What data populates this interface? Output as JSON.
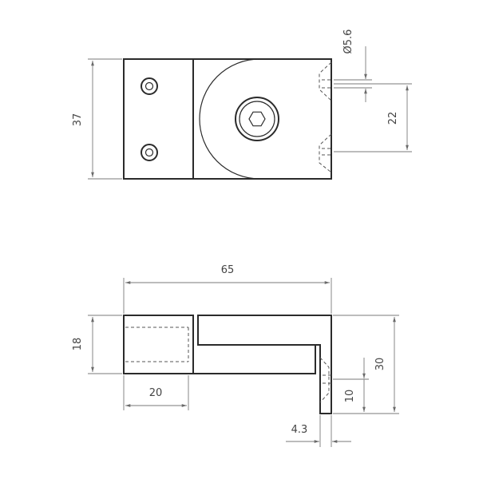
{
  "drawing": {
    "top_view": {
      "dim_height": "37",
      "dim_hole_diameter": "Ø5.6",
      "dim_hole_spacing": "22"
    },
    "front_view": {
      "dim_overall_width": "65",
      "dim_left_height": "18",
      "dim_overall_height": "30",
      "dim_left_width": "20",
      "dim_foot_height": "10",
      "dim_foot_width": "4.3"
    }
  }
}
